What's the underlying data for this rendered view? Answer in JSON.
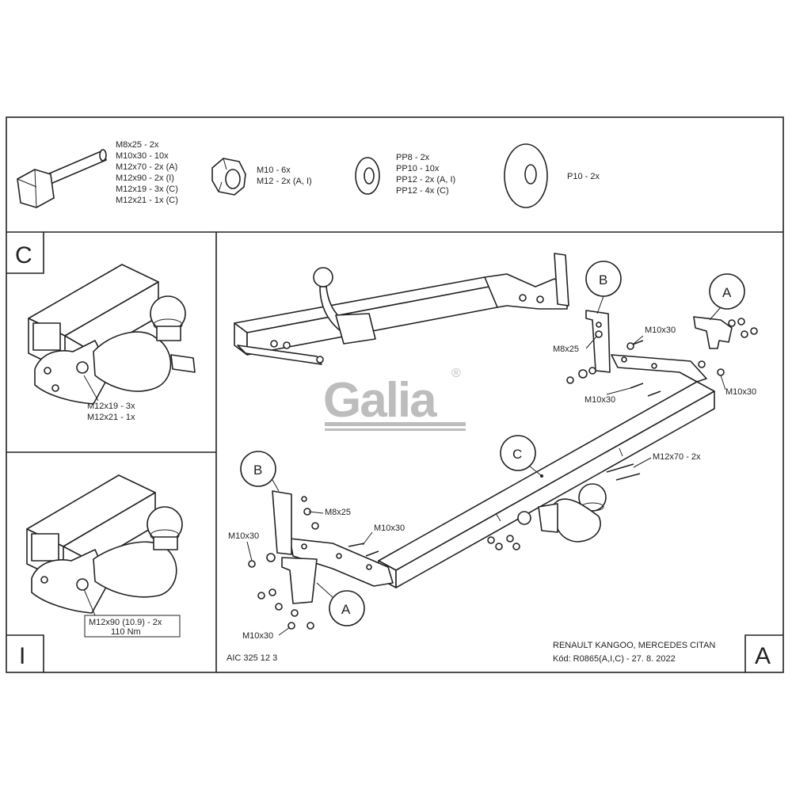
{
  "hardware": {
    "bolts": [
      "M8x25 - 2x",
      "M10x30 - 10x",
      "M12x70 - 2x (A)",
      "M12x90 - 2x (I)",
      "M12x19 - 3x (C)",
      "M12x21 - 1x (C)"
    ],
    "nuts": [
      "M10 - 6x",
      "M12 - 2x (A, I)"
    ],
    "washers": [
      "PP8 - 2x",
      "PP10 - 10x",
      "PP12 - 2x (A, I)",
      "PP12 - 4x (C)"
    ],
    "large_washer": [
      "P10 - 2x"
    ]
  },
  "panel_c": {
    "letter": "C",
    "labels": [
      "M12x19 - 3x",
      "M12x21 - 1x"
    ]
  },
  "panel_i": {
    "letter": "I",
    "labels": [
      "M12x90 (10.9) - 2x",
      "110 Nm"
    ]
  },
  "main": {
    "letter": "A",
    "code": "AIC 325 12 3",
    "vehicle": "RENAULT KANGOO, MERCEDES CITAN",
    "kod": "Kód: R0865(A,I,C) - 27. 8. 2022",
    "brand": "Galia",
    "registered": "®",
    "callouts": {
      "b_top": "B",
      "a_top": "A",
      "c_mid": "C",
      "b_left": "B",
      "a_left": "A"
    },
    "part_labels": {
      "m10x30_tr1": "M10x30",
      "m8x25_tr": "M8x25",
      "m10x30_tr2": "M10x30",
      "m10x30_tr3": "M10x30",
      "m12x70": "M12x70 - 2x",
      "m8x25_bl": "M8x25",
      "m10x30_bl1": "M10x30",
      "m10x30_bl2": "M10x30",
      "m10x30_bl3": "M10x30"
    }
  }
}
